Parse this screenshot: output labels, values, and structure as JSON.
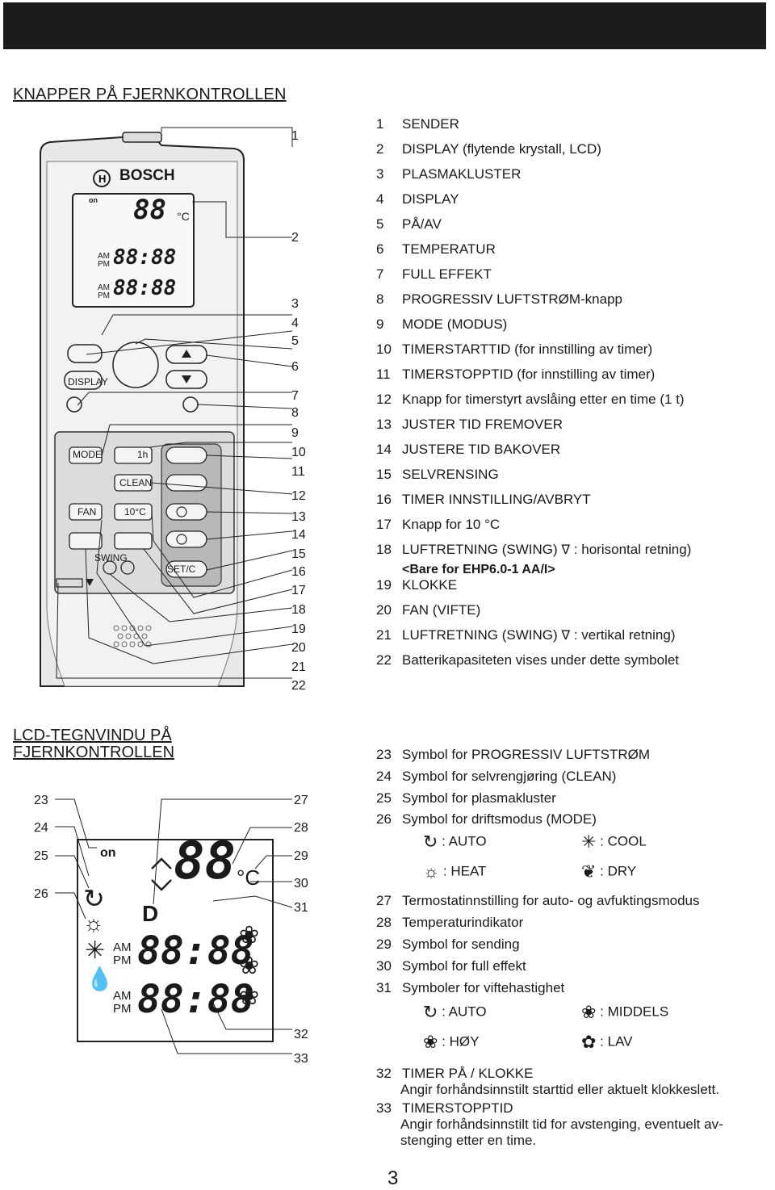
{
  "heading_remote": "KNAPPER PÅ FJERNKONTROLLEN",
  "heading_lcd": "LCD-TEGNVINDU PÅ FJERNKONTROLLEN",
  "page_number": "3",
  "remote": {
    "brand": "BOSCH",
    "buttons": {
      "display": "DISPLAY",
      "mode": "MODE",
      "timer_1h": "1h",
      "clean": "CLEAN",
      "fan": "FAN",
      "ten_c": "10°C",
      "swing": "SWING",
      "set_c": "SET/C"
    },
    "lcd_small": {
      "on": "on",
      "temp": "88",
      "unit": "°C",
      "time1": "88:88",
      "time2": "88:88",
      "am": "AM",
      "pm": "PM"
    }
  },
  "remote_items": [
    {
      "n": "1",
      "text": "SENDER"
    },
    {
      "n": "2",
      "text": "DISPLAY (flytende krystall, LCD)"
    },
    {
      "n": "3",
      "text": "PLASMAKLUSTER"
    },
    {
      "n": "4",
      "text": "DISPLAY"
    },
    {
      "n": "5",
      "text": "PÅ/AV"
    },
    {
      "n": "6",
      "text": "TEMPERATUR"
    },
    {
      "n": "7",
      "text": "FULL EFFEKT"
    },
    {
      "n": "8",
      "text": "PROGRESSIV LUFTSTRØM-knapp"
    },
    {
      "n": "9",
      "text": "MODE (MODUS)"
    },
    {
      "n": "10",
      "text": "TIMERSTARTTID (for innstilling av timer)"
    },
    {
      "n": "11",
      "text": "TIMERSTOPPTID (for innstilling av timer)"
    },
    {
      "n": "12",
      "text": "Knapp for timerstyrt avslåing etter en time (1 t)"
    },
    {
      "n": "13",
      "text": "JUSTER TID FREMOVER"
    },
    {
      "n": "14",
      "text": "JUSTERE TID BAKOVER"
    },
    {
      "n": "15",
      "text": "SELVRENSING"
    },
    {
      "n": "16",
      "text": "TIMER INNSTILLING/AVBRYT"
    },
    {
      "n": "17",
      "text": "Knapp for 10 °C"
    },
    {
      "n": "18",
      "text": "LUFTRETNING (SWING)",
      "text2": ": horisontal retning)",
      "sub": "<Bare for EHP6.0-1 AA/I>"
    },
    {
      "n": "19",
      "text": "KLOKKE"
    },
    {
      "n": "20",
      "text": "FAN (VIFTE)"
    },
    {
      "n": "21",
      "text": "LUFTRETNING (SWING)",
      "text2": ": vertikal retning)"
    },
    {
      "n": "22",
      "text": "Batterikapasiteten vises under dette symbolet"
    }
  ],
  "lcd_items": [
    {
      "n": "23",
      "text": "Symbol for PROGRESSIV LUFTSTRØM"
    },
    {
      "n": "24",
      "text": "Symbol for selvrengjøring (CLEAN)"
    },
    {
      "n": "25",
      "text": "Symbol for plasmakluster"
    },
    {
      "n": "26",
      "text": "Symbol for driftsmodus (MODE)"
    },
    {
      "n": "27",
      "text": "Termostatinnstilling for auto- og avfuktingsmodus"
    },
    {
      "n": "28",
      "text": "Temperaturindikator"
    },
    {
      "n": "29",
      "text": "Symbol for sending"
    },
    {
      "n": "30",
      "text": "Symbol for full effekt"
    },
    {
      "n": "31",
      "text": "Symboler for viftehastighet"
    },
    {
      "n": "32",
      "text": "TIMER PÅ / KLOKKE",
      "desc": "Angir forhåndsinnstilt starttid eller aktuelt klokkeslett."
    },
    {
      "n": "33",
      "text": "TIMERSTOPPTID",
      "desc": "Angir forhåndsinnstilt tid for avstenging, eventuelt av-",
      "desc2": "stenging etter en time."
    }
  ],
  "mode_symbols": {
    "auto": ": AUTO",
    "cool": ": COOL",
    "heat": ": HEAT",
    "dry": ": DRY"
  },
  "fan_symbols": {
    "auto": ": AUTO",
    "middels": ": MIDDELS",
    "hoy": ": HØY",
    "lav": ": LAV"
  },
  "lcd_big": {
    "temp": "88",
    "unit": "°C",
    "on": "on",
    "time1": "88:88",
    "time2": "88:88",
    "am": "AM",
    "pm": "PM"
  },
  "callouts_left": [
    "23",
    "24",
    "25",
    "26"
  ],
  "callouts_right": [
    "27",
    "28",
    "29",
    "30",
    "31",
    "32",
    "33"
  ]
}
